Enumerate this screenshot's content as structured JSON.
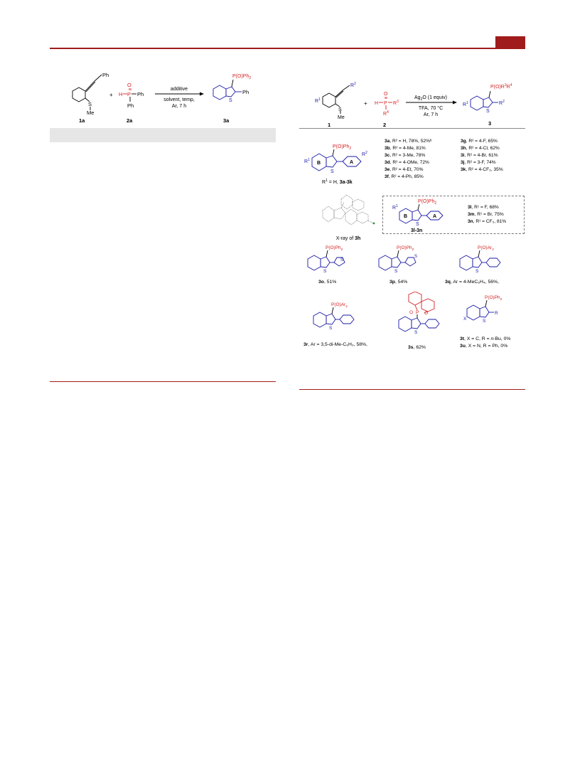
{
  "left_scheme": {
    "reagent1_sub": "Ph",
    "reagent1_S": "S",
    "reagent1_Me": "Me",
    "plus": "+",
    "p_O": "O",
    "p_H": "H",
    "p_P": "P",
    "p_Ph_right": "Ph",
    "p_Ph_bottom": "Ph",
    "arrow_top": "additive",
    "arrow_bottom_1": "solvent, temp,",
    "arrow_bottom_2": "Ar, 7 h",
    "product_group": "P(O)Ph",
    "product_group_sub": "2",
    "product_S": "S",
    "product_Ph": "Ph",
    "label_1a": "1a",
    "label_2a": "2a",
    "label_3a": "3a"
  },
  "right_scheme": {
    "r2": "R",
    "r2_sup": "2",
    "r1": "R",
    "r1_sup": "1",
    "S": "S",
    "Me": "Me",
    "plus": "+",
    "p_O": "O",
    "p_H": "H",
    "p_P": "P",
    "p_R3": "R",
    "p_R3_sup": "3",
    "p_R4": "R",
    "p_R4_sup": "4",
    "arrow_top": "Ag",
    "arrow_top_sub": "2",
    "arrow_top_rest": "O (1 equiv)",
    "arrow_bottom_1": "TFA, 70 °C",
    "arrow_bottom_2": "Ar, 7 h",
    "product_group": "P(O)R",
    "product_group_sup3": "3",
    "product_group_r4": "R",
    "product_group_sup4": "4",
    "product_r1": "R",
    "product_r1_sup": "1",
    "product_S": "S",
    "product_r2": "R",
    "product_r2_sup": "2",
    "label_1": "1",
    "label_2": "2",
    "label_3": "3"
  },
  "series_a": {
    "core_group": "P(O)Ph",
    "core_group_sub": "2",
    "ring_B": "B",
    "ring_A": "A",
    "r1": "R",
    "r1_sup": "1",
    "r2": "R",
    "r2_sup": "2",
    "S": "S",
    "caption_pre": "R",
    "caption_sup": "1",
    "caption_mid": " = H, ",
    "caption_bold": "3a-3k",
    "col1": [
      {
        "id": "3a",
        "text": ", R² = H, 78%, 52%ᵇ"
      },
      {
        "id": "3b",
        "text": ", R² = 4-Me, 81%"
      },
      {
        "id": "3c",
        "text": ", R² = 3-Me, 78%"
      },
      {
        "id": "3d",
        "text": ", R² = 4-OMe, 72%"
      },
      {
        "id": "3e",
        "text": ", R² = 4-Et, 70%"
      },
      {
        "id": "3f",
        "text": ", R² = 4-Ph, 85%"
      }
    ],
    "col2": [
      {
        "id": "3g",
        "text": ", R² = 4-F, 65%"
      },
      {
        "id": "3h",
        "text": ", R² = 4-Cl, 62%"
      },
      {
        "id": "3i",
        "text": ", R² = 4-Br, 61%"
      },
      {
        "id": "3j",
        "text": ", R² = 3-F, 74%"
      },
      {
        "id": "3k",
        "text": ", R² = 4-CF₃, 35%"
      }
    ]
  },
  "xray": {
    "caption_pre": "X-ray of ",
    "caption_bold": "3h"
  },
  "series_l": {
    "core_group": "P(O)Ph",
    "core_group_sub": "2",
    "r1": "R",
    "r1_sup": "1",
    "ring_B": "B",
    "ring_A": "A",
    "S": "S",
    "label": "3l-3n",
    "items": [
      {
        "id": "3l",
        "text": ", R¹ = F, 68%"
      },
      {
        "id": "3m",
        "text": ", R¹ = Br, 75%"
      },
      {
        "id": "3n",
        "text": ", R¹ = CF₃, 81%"
      }
    ]
  },
  "compounds_row3": [
    {
      "group": "P(O)Ph",
      "sub": "2",
      "id": "3o",
      "rest": ", 51%"
    },
    {
      "group": "P(O)Ph",
      "sub": "2",
      "id": "3p",
      "rest": ", 54%"
    },
    {
      "group": "P(O)Ar",
      "sub": "2",
      "id": "3q",
      "rest": ", Ar = 4-MeC₆H₄, 56%,"
    }
  ],
  "compounds_row4": {
    "r": {
      "group": "P(O)Ar",
      "sub": "2",
      "id": "3r",
      "rest": ", Ar = 3,5-di-Me-C₆H₃, 58%,"
    },
    "s": {
      "O_eq": "O",
      "P": "P",
      "O_ring": "O",
      "S": "S",
      "id": "3s",
      "rest": ", 62%"
    },
    "tu": {
      "group": "P(O)Ph",
      "sub": "2",
      "X": "X",
      "R": "R",
      "S": "S",
      "t_id": "3t",
      "t_rest": ", X = C, R = ",
      "t_italic": "n",
      "t_tail": "-Bu, 0%",
      "u_id": "3u",
      "u_rest": ", X = N, R = Ph, 0%"
    }
  },
  "colors": {
    "accent": "#a01c1c",
    "blue": "#1a1aa6",
    "red": "#d42020",
    "band": "#e6e6e6"
  }
}
